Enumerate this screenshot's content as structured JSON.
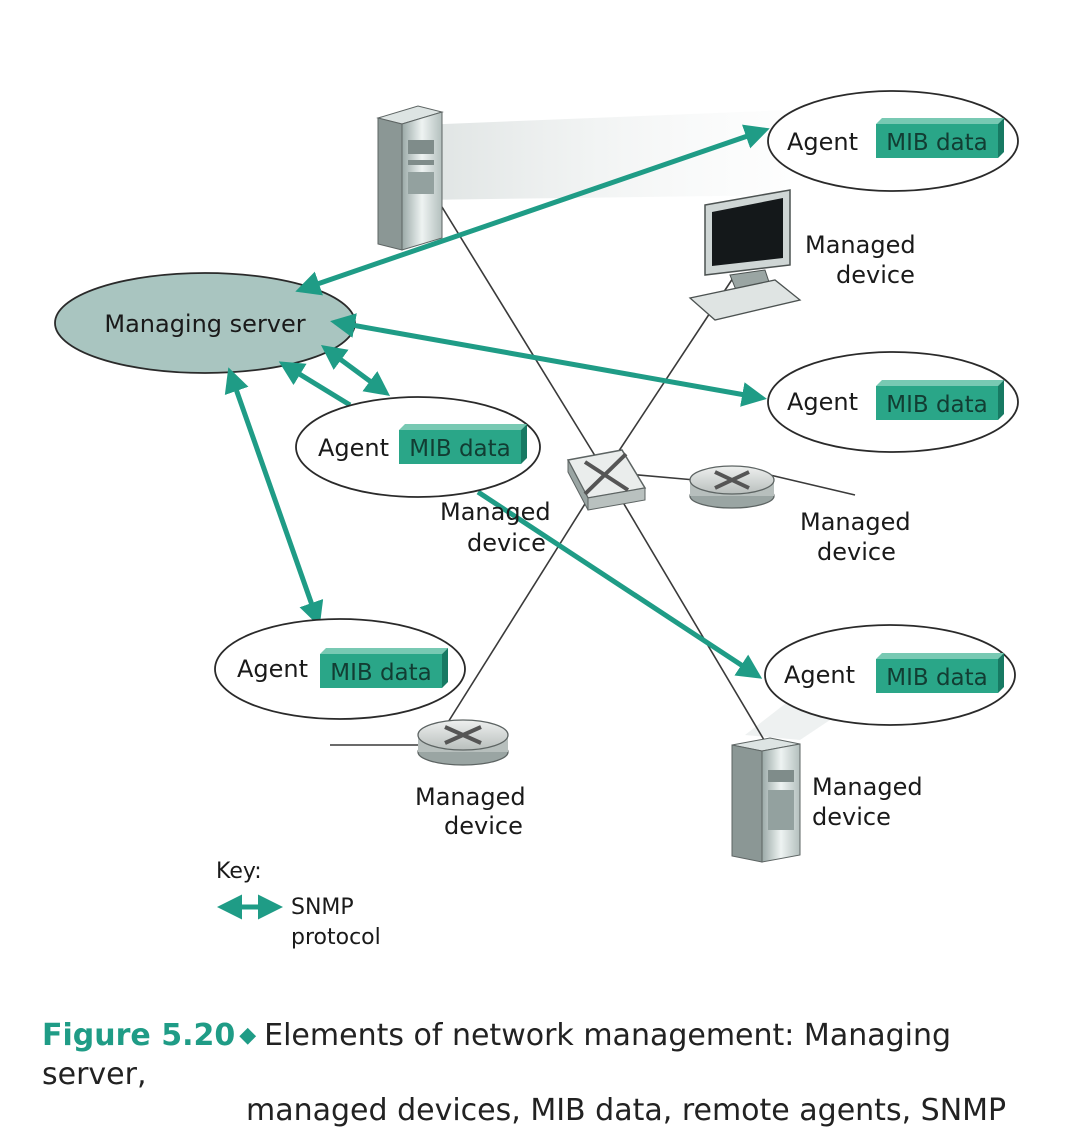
{
  "diagram": {
    "managing_server": "Managing server",
    "agent_label": "Agent",
    "mib_label": "MIB data",
    "managed_device_line1": "Managed",
    "managed_device_line2": "device",
    "key_title": "Key:",
    "key_item_line1": "SNMP",
    "key_item_line2": "protocol"
  },
  "caption": {
    "figure_number": "Figure 5.20",
    "line1": "Elements of network management: Managing server,",
    "line2": "managed devices, MIB data, remote agents, SNMP"
  },
  "colors": {
    "accent": "#1f9c86",
    "mib_fill": "#2aa688",
    "managing_server_fill": "#a9c5c0"
  }
}
